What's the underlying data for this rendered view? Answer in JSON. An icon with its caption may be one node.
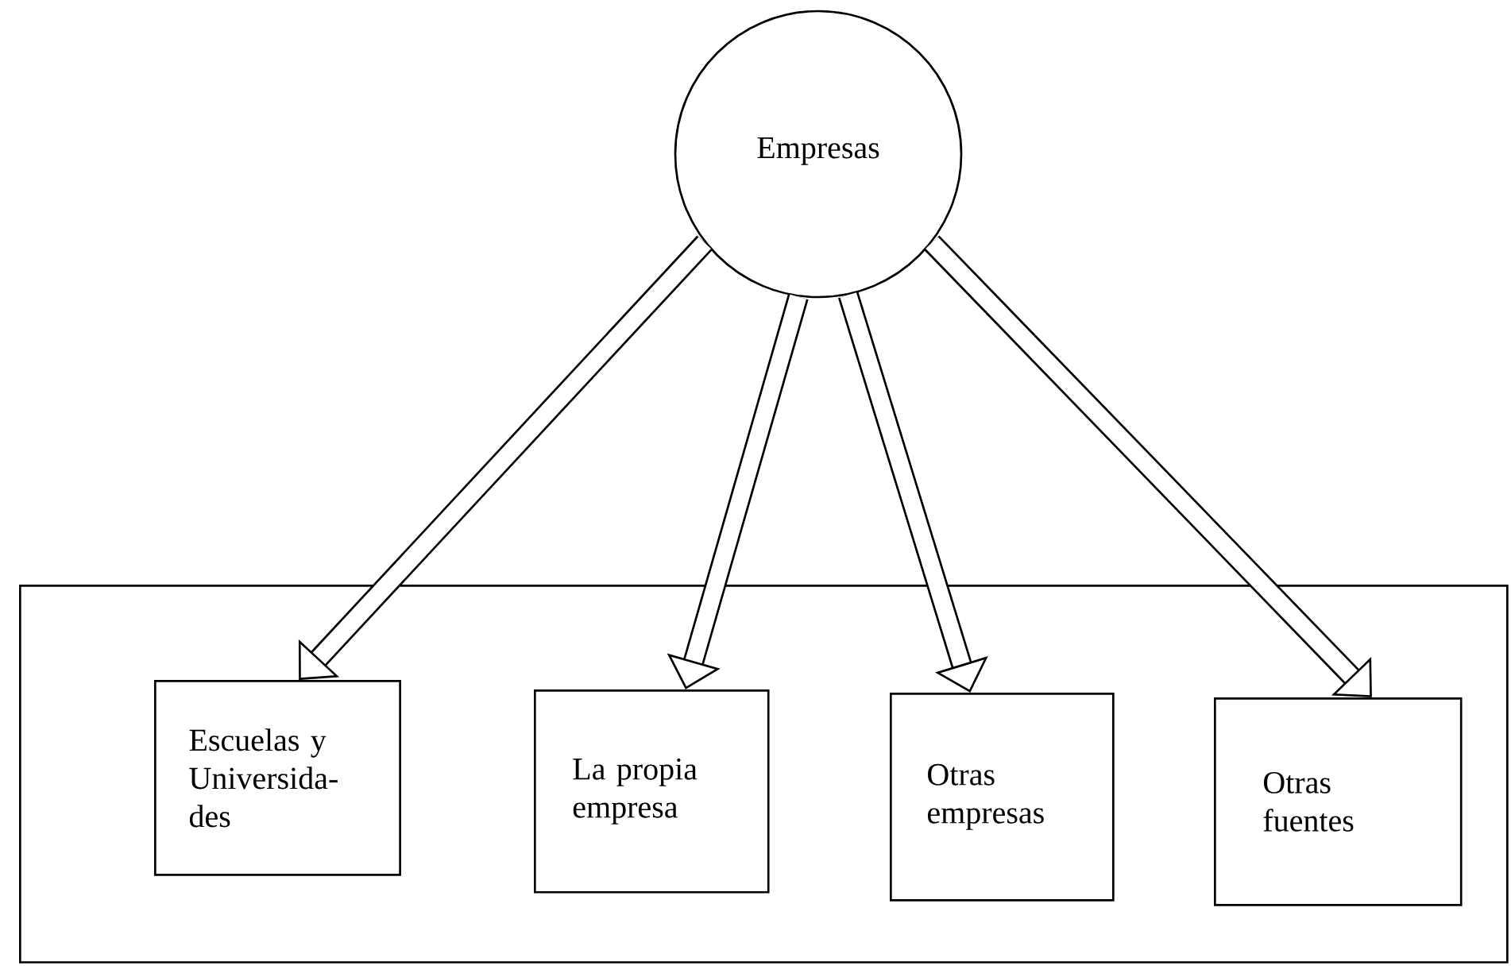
{
  "diagram": {
    "nodes": [
      {
        "text": [
          "Empresas"
        ]
      },
      {
        "text": [],
        "shape": "box"
      },
      {
        "text": [
          "Escuelas y Universida- des"
        ],
        "in": 1
      },
      {
        "text": [
          "La propia empresa"
        ],
        "in": 1
      },
      {
        "text": [
          "Otras empresas"
        ],
        "in": 1
      },
      {
        "text": [
          "Otras fuentes"
        ],
        "in": 1
      }
    ],
    "edges": [
      {
        "from": 0,
        "to": 2,
        "arrow": "to"
      },
      {
        "from": 0,
        "to": 3,
        "arrow": "to"
      },
      {
        "from": 0,
        "to": 4,
        "arrow": "to"
      },
      {
        "from": 0,
        "to": 5,
        "arrow": "to"
      }
    ]
  }
}
